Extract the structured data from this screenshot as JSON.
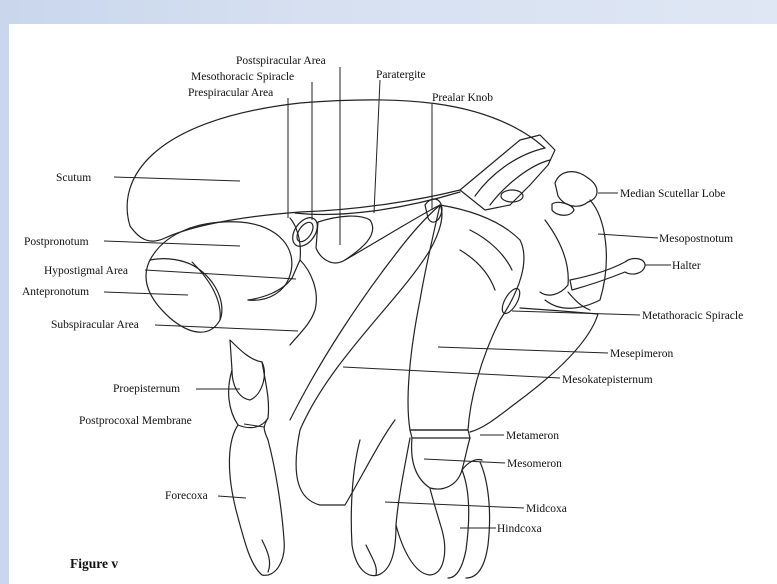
{
  "figure_title": "Figure v",
  "labels": {
    "postspiracular_area": "Postspiracular Area",
    "mesothoracic_spiracle": "Mesothoracic Spiracle",
    "prespiracular_area": "Prespiracular Area",
    "paratergite": "Paratergite",
    "prealar_knob": "Prealar Knob",
    "scutum": "Scutum",
    "median_scutellar_lobe": "Median Scutellar Lobe",
    "mesopostnotum": "Mesopostnotum",
    "postpronotum": "Postpronotum",
    "halter": "Halter",
    "hypostigmal_area": "Hypostigmal Area",
    "antepronotum": "Antepronotum",
    "metathoracic_spiracle": "Metathoracic Spiracle",
    "subspiracular_area": "Subspiracular Area",
    "mesepimeron": "Mesepimeron",
    "mesokatepisternum": "Mesokatepisternum",
    "proepisternum": "Proepisternum",
    "postprocoxal_membrane": "Postprocoxal Membrane",
    "metameron": "Metameron",
    "mesomeron": "Mesomeron",
    "forecoxa": "Forecoxa",
    "midcoxa": "Midcoxa",
    "hindcoxa": "Hindcoxa"
  }
}
